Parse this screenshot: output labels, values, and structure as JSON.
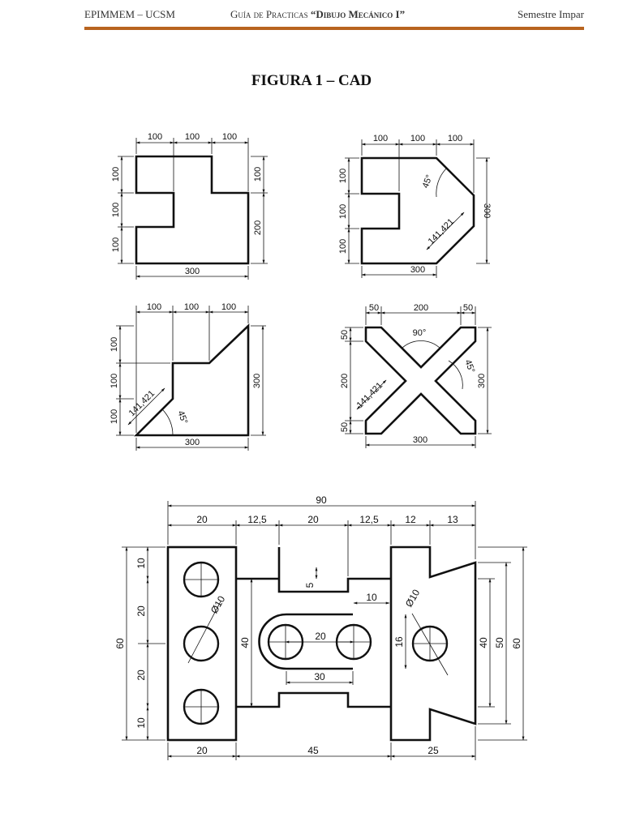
{
  "header": {
    "left": "EPIMMEM – UCSM",
    "center_prefix": "Guía de Practicas ",
    "center_title": "“Dibujo Mecánico I”",
    "right": "Semestre Impar",
    "rule_color": "#b8641f"
  },
  "title": "FIGURA 1 – CAD",
  "fig1": {
    "top": [
      "100",
      "100",
      "100"
    ],
    "left": [
      "100",
      "100",
      "100"
    ],
    "right_top": "100",
    "right_bottom": "200",
    "bottom": "300"
  },
  "fig2": {
    "top": [
      "100",
      "100",
      "100"
    ],
    "left": [
      "100",
      "100",
      "100"
    ],
    "angle": "45°",
    "diag": "141,421",
    "right": "300",
    "bottom": "300"
  },
  "fig3": {
    "top": [
      "100",
      "100",
      "100"
    ],
    "left": [
      "100",
      "100",
      "100"
    ],
    "diag": "141,421",
    "angle": "45°",
    "right": "300",
    "bottom": "300"
  },
  "fig4": {
    "top": [
      "50",
      "200",
      "50"
    ],
    "left": [
      "50",
      "200",
      "50"
    ],
    "angle_top": "90°",
    "diag": "141,421",
    "angle_right": "45°",
    "right": "300",
    "bottom": "300"
  },
  "fig5": {
    "total": "90",
    "top": [
      "20",
      "12,5",
      "20",
      "12,5",
      "12",
      "13"
    ],
    "left": [
      "10",
      "20",
      "20",
      "10"
    ],
    "left_total": "60",
    "notch": "5",
    "hole_dia_left": "Ø10",
    "hole_dia_right": "Ø10",
    "slot_offset": "10",
    "inner_height": "40",
    "slot_center": "20",
    "slot_width": "16",
    "slot_length": "30",
    "right_dims": [
      "40",
      "50",
      "60"
    ],
    "bottom": [
      "20",
      "45",
      "25"
    ]
  }
}
